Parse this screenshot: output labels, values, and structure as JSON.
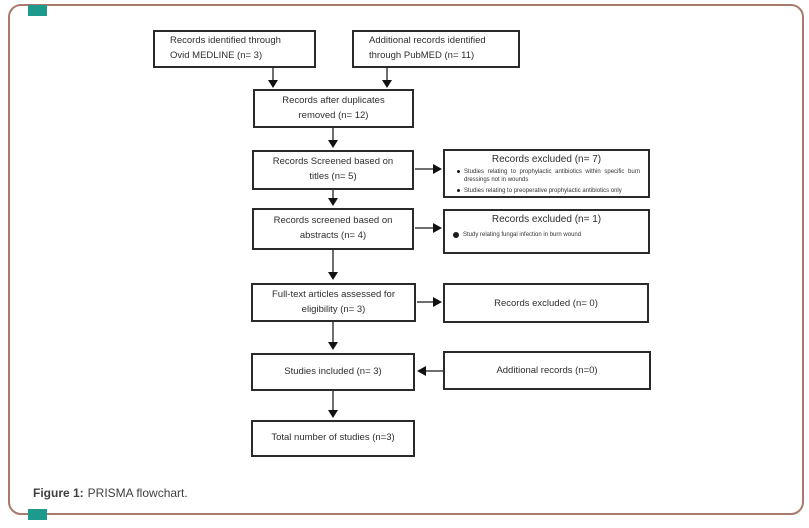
{
  "accent_teal": "#1d9a8c",
  "frame_border_color": "#a87a6c",
  "caption": {
    "label": "Figure 1:",
    "text": "PRISMA flowchart."
  },
  "flowchart": {
    "box_source_medline": "Records identified through\nOvid MEDLINE (n= 3)",
    "box_source_pubmed": "Additional records identified\nthrough PubMED (n= 11)",
    "box_duplicates_removed": "Records after duplicates\nremoved (n= 12)",
    "box_screened_titles": "Records Screened based on\ntitles (n= 5)",
    "box_screened_abstracts": "Records screened based on\nabstracts (n= 4)",
    "box_fulltext": "Full-text articles assessed for\neligibility (n= 3)",
    "box_included": "Studies included (n= 3)",
    "box_total": "Total number of studies (n=3)",
    "excluded_titles": {
      "title": "Records excluded (n= 7)",
      "bullets": [
        "Studies relating to prophylactic antibiotics within specific burn dressings not in wounds",
        "Studies relating to preoperative prophylactic antibiotics only"
      ]
    },
    "excluded_abstracts": {
      "title": "Records excluded (n= 1)",
      "bullets": [
        "Study relating fungal infection in burn wound"
      ]
    },
    "excluded_fulltext": "Records excluded (n= 0)",
    "additional_records_zero": "Additional records (n=0)"
  }
}
